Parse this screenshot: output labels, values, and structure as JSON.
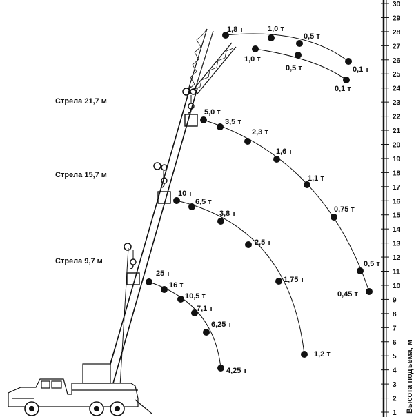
{
  "axis": {
    "label": "Высота подъема, м",
    "ticks": [
      "1",
      "2",
      "3",
      "4",
      "5",
      "6",
      "7",
      "8",
      "9",
      "10",
      "11",
      "12",
      "13",
      "14",
      "15",
      "16",
      "17",
      "18",
      "19",
      "20",
      "21",
      "22",
      "23",
      "24",
      "25",
      "26",
      "27",
      "28",
      "29",
      "30"
    ]
  },
  "booms": [
    {
      "label": "Стрела 21,7 м"
    },
    {
      "label": "Стрела 15,7 м"
    },
    {
      "label": "Стрела 9,7 м"
    }
  ],
  "curves": {
    "top_outer": [
      "1,8 т",
      "1,0 т",
      "0,5 т",
      "0,1 т"
    ],
    "top_inner": [
      "1,0 т",
      "0,5 т",
      "0,1 т"
    ],
    "boom_21_7": [
      "5,0 т",
      "3,5 т",
      "2,3 т",
      "1,6 т",
      "1,1 т",
      "0,75 т",
      "0,5 т",
      "0,45 т"
    ],
    "boom_15_7": [
      "10 т",
      "6,5 т",
      "3,8 т",
      "2,5 т",
      "1,75 т",
      "1,2 т"
    ],
    "boom_9_7": [
      "25 т",
      "16 т",
      "10,5 т",
      "7,1 т",
      "6,25 т",
      "4,25 т"
    ]
  }
}
